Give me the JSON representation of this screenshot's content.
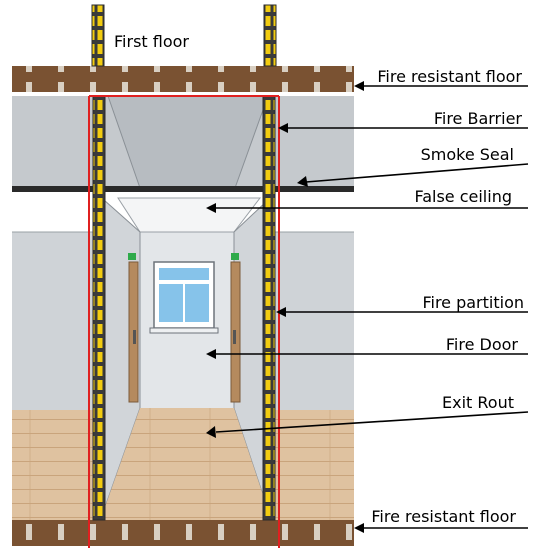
{
  "labels": {
    "first_floor": "First floor",
    "fire_resistant_floor_top": "Fire resistant floor",
    "fire_barrier": "Fire Barrier",
    "smoke_seal": "Smoke Seal",
    "false_ceiling": "False ceiling",
    "fire_partition": "Fire partition",
    "fire_door": "Fire Door",
    "exit_route": "Exit Rout",
    "fire_resistant_floor_bottom": "Fire resistant floor"
  },
  "colors": {
    "floor_slab": "#7a5232",
    "floor_block": "#d8cfc2",
    "column_dark": "#3a3a3a",
    "column_yellow": "#f2cc10",
    "compartment_outline": "#e02020",
    "wall_grey": "#c4c8cc",
    "wood_floor": "#dfc2a0"
  }
}
